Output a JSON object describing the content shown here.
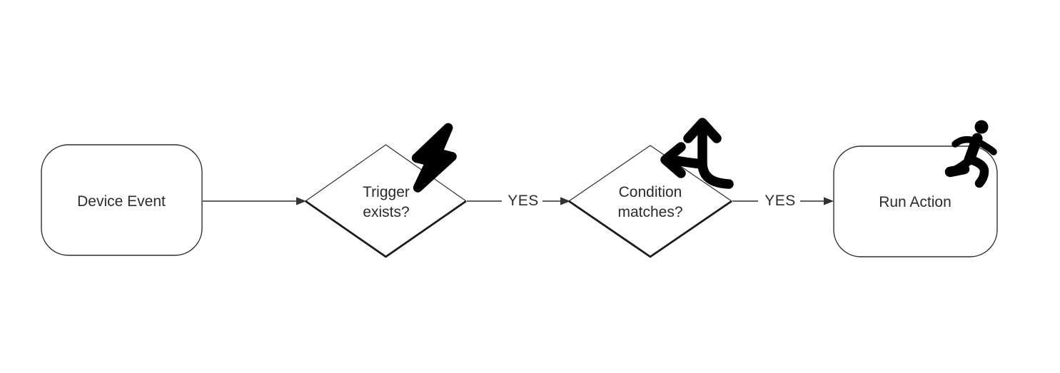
{
  "diagram": {
    "type": "flowchart",
    "direction": "left-to-right",
    "background": "#ffffff",
    "nodes": [
      {
        "id": "device-event",
        "shape": "rounded-rectangle",
        "label": "Device Event",
        "icon": null
      },
      {
        "id": "trigger-exists",
        "shape": "diamond",
        "label": "Trigger exists?",
        "icon": "lightning-icon"
      },
      {
        "id": "condition-matches",
        "shape": "diamond",
        "label": "Condition matches?",
        "icon": "split-arrows-icon"
      },
      {
        "id": "run-action",
        "shape": "rounded-rectangle",
        "label": "Run Action",
        "icon": "runner-icon"
      }
    ],
    "edges": [
      {
        "from": "device-event",
        "to": "trigger-exists",
        "label": ""
      },
      {
        "from": "trigger-exists",
        "to": "condition-matches",
        "label": "YES"
      },
      {
        "from": "condition-matches",
        "to": "run-action",
        "label": "YES"
      }
    ],
    "colors": {
      "node_stroke": "#2f2f2f",
      "decision_bottom_stroke": "#1c1c1c",
      "connector": "#4d4d4d",
      "arrowhead": "#333333",
      "text": "#2b2b2b",
      "icon": "#000000"
    }
  }
}
